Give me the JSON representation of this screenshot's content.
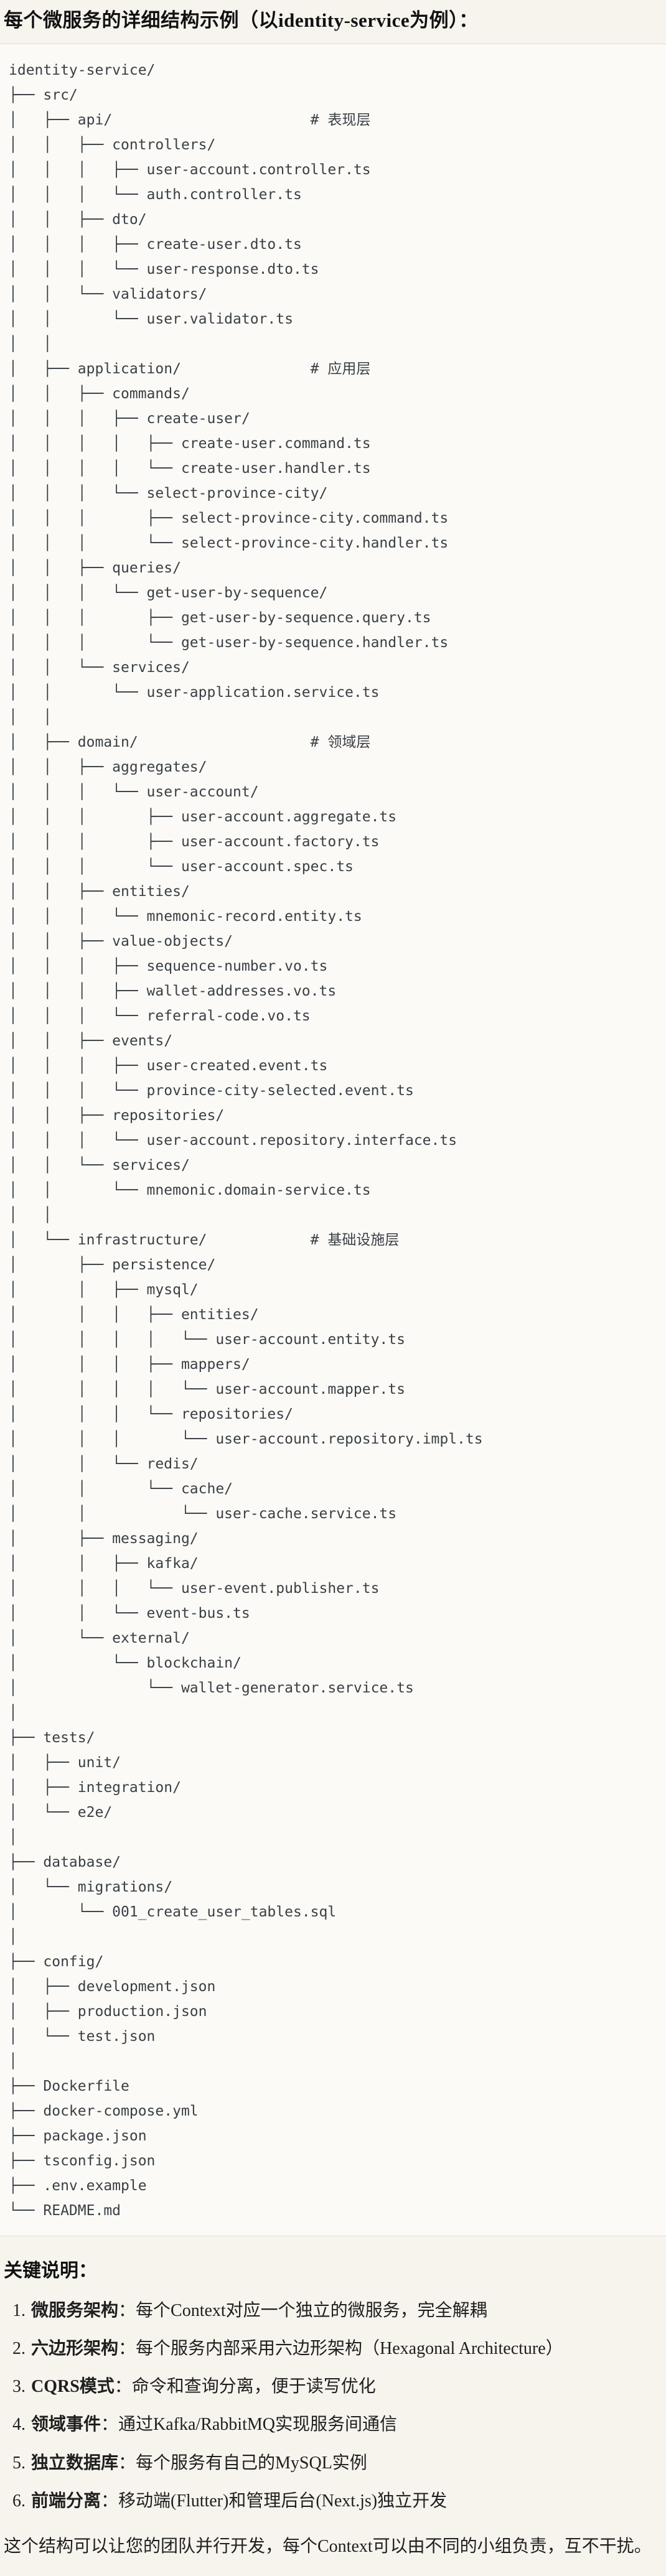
{
  "title": "每个微服务的详细结构示例（以identity-service为例）：",
  "tree": {
    "text": "identity-service/\n├── src/\n│   ├── api/                       # 表现层\n│   │   ├── controllers/\n│   │   │   ├── user-account.controller.ts\n│   │   │   └── auth.controller.ts\n│   │   ├── dto/\n│   │   │   ├── create-user.dto.ts\n│   │   │   └── user-response.dto.ts\n│   │   └── validators/\n│   │       └── user.validator.ts\n│   │\n│   ├── application/               # 应用层\n│   │   ├── commands/\n│   │   │   ├── create-user/\n│   │   │   │   ├── create-user.command.ts\n│   │   │   │   └── create-user.handler.ts\n│   │   │   └── select-province-city/\n│   │   │       ├── select-province-city.command.ts\n│   │   │       └── select-province-city.handler.ts\n│   │   ├── queries/\n│   │   │   └── get-user-by-sequence/\n│   │   │       ├── get-user-by-sequence.query.ts\n│   │   │       └── get-user-by-sequence.handler.ts\n│   │   └── services/\n│   │       └── user-application.service.ts\n│   │\n│   ├── domain/                    # 领域层\n│   │   ├── aggregates/\n│   │   │   └── user-account/\n│   │   │       ├── user-account.aggregate.ts\n│   │   │       ├── user-account.factory.ts\n│   │   │       └── user-account.spec.ts\n│   │   ├── entities/\n│   │   │   └── mnemonic-record.entity.ts\n│   │   ├── value-objects/\n│   │   │   ├── sequence-number.vo.ts\n│   │   │   ├── wallet-addresses.vo.ts\n│   │   │   └── referral-code.vo.ts\n│   │   ├── events/\n│   │   │   ├── user-created.event.ts\n│   │   │   └── province-city-selected.event.ts\n│   │   ├── repositories/\n│   │   │   └── user-account.repository.interface.ts\n│   │   └── services/\n│   │       └── mnemonic.domain-service.ts\n│   │\n│   └── infrastructure/            # 基础设施层\n│       ├── persistence/\n│       │   ├── mysql/\n│       │   │   ├── entities/\n│       │   │   │   └── user-account.entity.ts\n│       │   │   ├── mappers/\n│       │   │   │   └── user-account.mapper.ts\n│       │   │   └── repositories/\n│       │   │       └── user-account.repository.impl.ts\n│       │   └── redis/\n│       │       └── cache/\n│       │           └── user-cache.service.ts\n│       ├── messaging/\n│       │   ├── kafka/\n│       │   │   └── user-event.publisher.ts\n│       │   └── event-bus.ts\n│       └── external/\n│           └── blockchain/\n│               └── wallet-generator.service.ts\n│\n├── tests/\n│   ├── unit/\n│   ├── integration/\n│   └── e2e/\n│\n├── database/\n│   └── migrations/\n│       └── 001_create_user_tables.sql\n│\n├── config/\n│   ├── development.json\n│   ├── production.json\n│   └── test.json\n│\n├── Dockerfile\n├── docker-compose.yml\n├── package.json\n├── tsconfig.json\n├── .env.example\n└── README.md"
  },
  "notes": {
    "heading": "关键说明：",
    "items": [
      {
        "label": "微服务架构",
        "text": "：每个Context对应一个独立的微服务，完全解耦"
      },
      {
        "label": "六边形架构",
        "text": "：每个服务内部采用六边形架构（Hexagonal Architecture）"
      },
      {
        "label": "CQRS模式",
        "text": "：命令和查询分离，便于读写优化"
      },
      {
        "label": "领域事件",
        "text": "：通过Kafka/RabbitMQ实现服务间通信"
      },
      {
        "label": "独立数据库",
        "text": "：每个服务有自己的MySQL实例"
      },
      {
        "label": "前端分离",
        "text": "：移动端(Flutter)和管理后台(Next.js)独立开发"
      }
    ]
  },
  "closing": "这个结构可以让您的团队并行开发，每个Context可以由不同的小组负责，互不干扰。"
}
